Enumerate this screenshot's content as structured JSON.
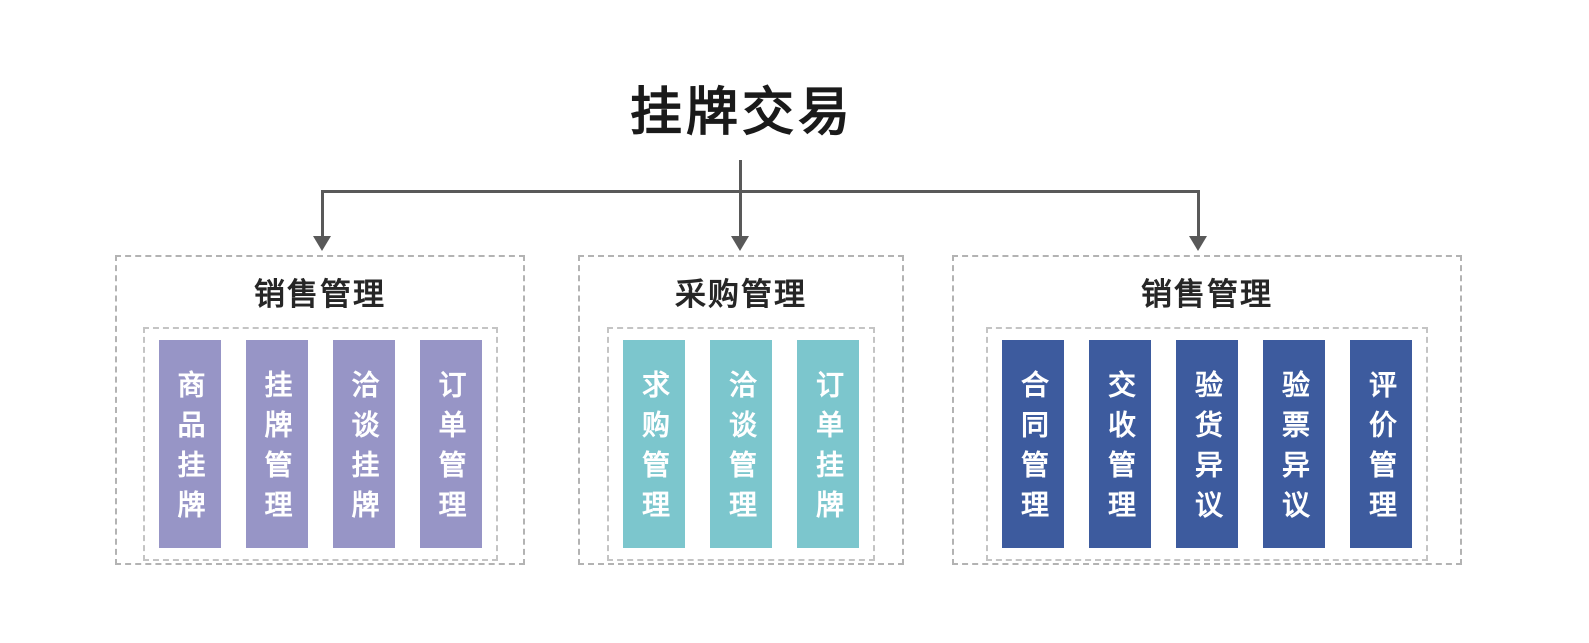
{
  "page": {
    "title": "挂牌交易",
    "background": "#ffffff",
    "line_color": "#595959",
    "dash_border_color": "#b3b3b3"
  },
  "groups": [
    {
      "title": "销售管理",
      "bar_color": "#9795c6",
      "items": [
        "商品挂牌",
        "挂牌管理",
        "洽谈挂牌",
        "订单管理"
      ]
    },
    {
      "title": "采购管理",
      "bar_color": "#7cc6cd",
      "items": [
        "求购管理",
        "洽谈管理",
        "订单挂牌"
      ]
    },
    {
      "title": "销售管理",
      "bar_color": "#3d5b9e",
      "items": [
        "合同管理",
        "交收管理",
        "验货异议",
        "验票异议",
        "评价管理"
      ]
    }
  ]
}
